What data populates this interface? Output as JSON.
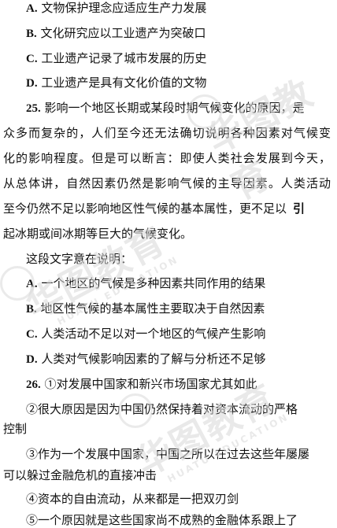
{
  "question24": {
    "options": [
      {
        "letter": "A.",
        "text": "文物保护理念应适应生产力发展"
      },
      {
        "letter": "B.",
        "text": "文化研究应以工业遗产为突破口"
      },
      {
        "letter": "C.",
        "text": "工业遗产记录了城市发展的历史"
      },
      {
        "letter": "D.",
        "text": "工业遗产是具有文化价值的文物"
      }
    ]
  },
  "question25": {
    "number": "25.",
    "passage_lines": [
      "影响一个地区长期或某段时期气候变化的原因，是",
      "众多而复杂的，人们至今还无法确切说明各种因素对气候变",
      "化的影响程度。但是可以断言：即使人类社会发展到今天，",
      "从总体讲，自然因素仍然是影响气候的主导因素。人类活动",
      "至今仍然不足以影响地区性气候的基本属性，更不足以",
      "起冰期或间冰期等巨大的气候变化。"
    ],
    "inline_label": "引",
    "prompt": "这段文字意在说明：",
    "options": [
      {
        "letter": "A.",
        "text": "一个地区的气候是多种因素共同作用的结果"
      },
      {
        "letter": "B.",
        "text": "地区性气候的基本属性主要取决于自然因素"
      },
      {
        "letter": "C.",
        "text": "人类活动不足以对一个地区的气候产生影响"
      },
      {
        "letter": "D.",
        "text": "人类对气候影响因素的了解与分析还不足够"
      }
    ]
  },
  "question26": {
    "number": "26.",
    "items": [
      {
        "mark": "①",
        "lines": [
          "对发展中国家和新兴市场国家尤其如此"
        ]
      },
      {
        "mark": "②",
        "lines": [
          "很大原因是因为中国仍然保持着对资本流动的严格",
          "控制"
        ]
      },
      {
        "mark": "③",
        "lines": [
          "作为一个发展中国家，中国之所以在过去这些年屡屡",
          "可以躲过金融危机的直接冲击"
        ]
      },
      {
        "mark": "④",
        "lines": [
          "资本的自由流动，从来都是一把双刃剑"
        ]
      },
      {
        "mark": "⑤",
        "lines": [
          "一个原因就是这些国家尚不成熟的金融体系跟上了"
        ]
      }
    ]
  },
  "watermark": {
    "cn": "华图教育",
    "en": "HUATU EDUCATION"
  }
}
